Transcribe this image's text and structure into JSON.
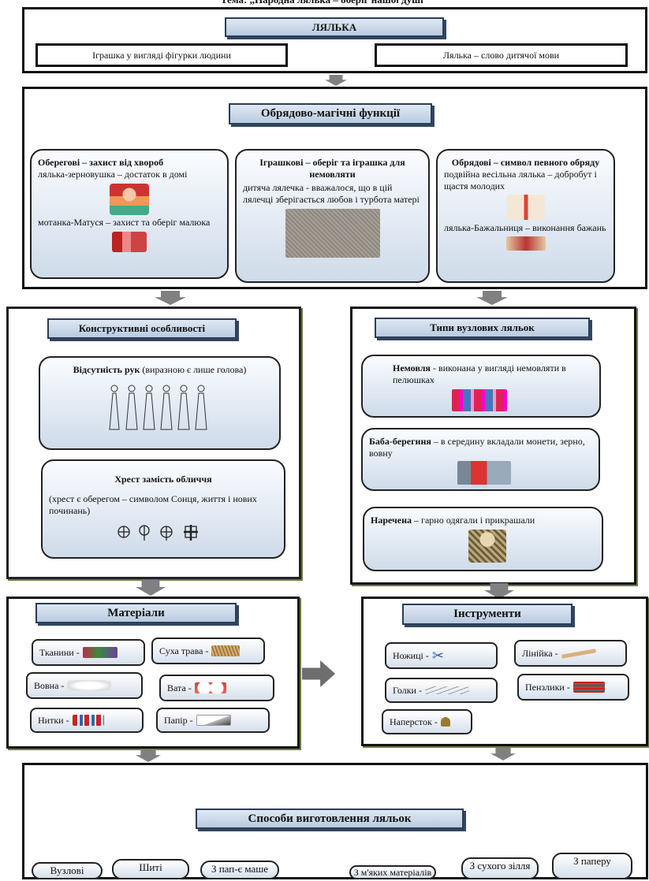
{
  "header": {
    "title": "Тема: „Народна лялька – оберіг нашої душі”"
  },
  "lyalka": {
    "title": "ЛЯЛЬКА",
    "left": "Іграшка у вигляді фігурки людини",
    "right": "Лялька – слово дитячої мови"
  },
  "functions": {
    "title": "Обрядово-магічні функції",
    "card1": {
      "heading": "Оберегові – захист від хвороб",
      "text1": "лялька-зерновушка – достаток в домі",
      "text2": "мотанка-Матуся  – захист та оберіг малюка"
    },
    "card2": {
      "heading": "Іграшкові – оберіг та іграшка для немовляти",
      "text1": "дитяча лялечка - вважалося, що в цій лялечці зберігається любов і турбота матері"
    },
    "card3": {
      "heading": "Обрядові – символ певного обряду",
      "text1": "подвійна весільна лялька – добробут і щастя молодих",
      "text2": "лялька-Бажальниця – виконання бажань"
    }
  },
  "construct": {
    "title": "Конструктивні особливості",
    "card1_heading": "Відсутність рук",
    "card1_note": "(виразною є лише голова)",
    "card2_heading": "Хрест замість обличчя",
    "card2_text": "(хрест є  оберегом – символом Сонця, життя і нових починань)"
  },
  "types": {
    "title": "Типи вузлових ляльок",
    "card1_heading": "Немовля",
    "card1_text": " - виконана у вигляді немовляти в пелюшках",
    "card2_heading": "Баба-берегиня",
    "card2_text": " – в середину  вкладали монети, зерно, вовну",
    "card3_heading": "Наречена",
    "card3_text": " – гарно одягали і прикрашали"
  },
  "materials": {
    "title": "Матеріали",
    "items": [
      "Тканини -",
      "Суха трава -",
      "Вовна -",
      "Вата -",
      "Нитки -",
      "Папір -"
    ]
  },
  "tools": {
    "title": "Інструменти",
    "items": [
      "Ножиці -",
      "Лінійка -",
      "Голки -",
      "Пензлики -",
      "Наперсток -"
    ]
  },
  "methods": {
    "title": "Способи виготовлення ляльок",
    "items": [
      "Вузлові",
      "Шиті",
      "З пап-є маше",
      "З м'яких матеріалів",
      "З сухого зілля",
      "З паперу"
    ]
  }
}
